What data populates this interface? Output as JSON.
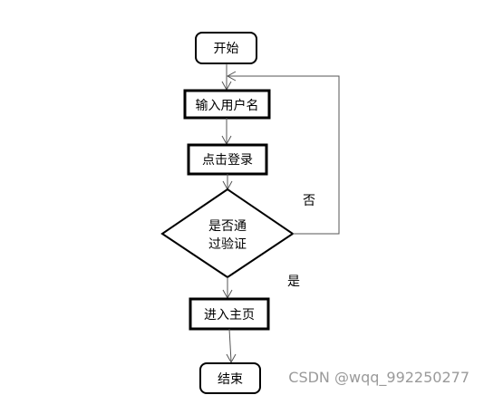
{
  "flowchart": {
    "start": "开始",
    "input_username": "输入用户名",
    "click_login": "点击登录",
    "decision_line1": "是否通",
    "decision_line2": "过验证",
    "enter_home": "进入主页",
    "end": "结束",
    "label_no": "否",
    "label_yes": "是"
  },
  "watermark": "CSDN @wqq_992250277"
}
